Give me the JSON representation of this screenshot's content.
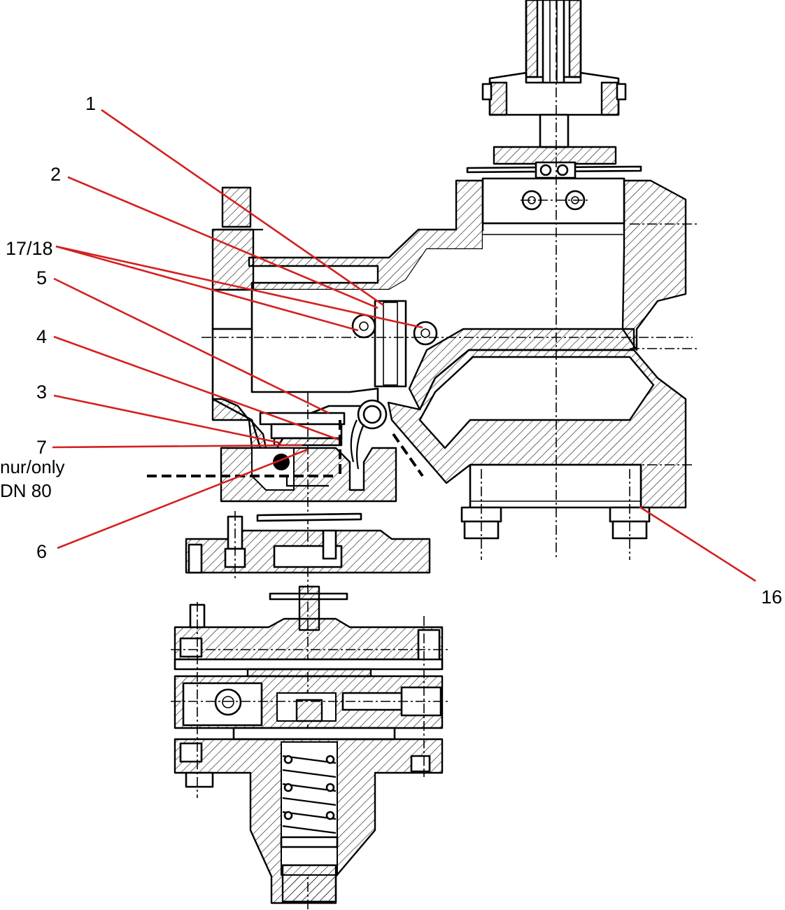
{
  "diagram": {
    "callouts": [
      {
        "id": "c1",
        "label": "1"
      },
      {
        "id": "c2",
        "label": "2"
      },
      {
        "id": "c17",
        "label": "17/18"
      },
      {
        "id": "c5",
        "label": "5"
      },
      {
        "id": "c4",
        "label": "4"
      },
      {
        "id": "c3",
        "label": "3"
      },
      {
        "id": "c7",
        "label": "7"
      },
      {
        "id": "c6",
        "label": "6"
      },
      {
        "id": "c16",
        "label": "16"
      }
    ],
    "note_line1": "nur/only",
    "note_line2": "DN 80",
    "leader_color": "#d42020",
    "line_color": "#000000"
  }
}
